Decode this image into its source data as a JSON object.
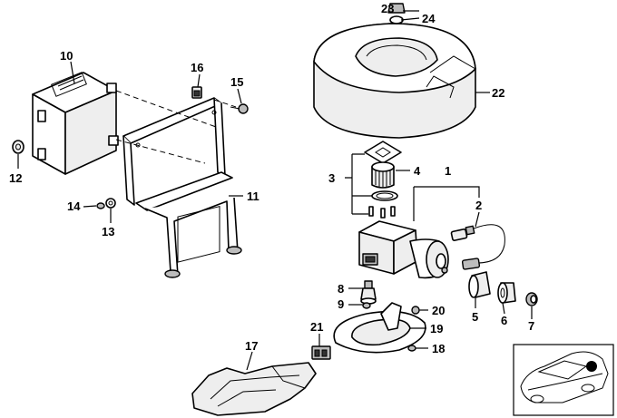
{
  "diagram": {
    "callouts": {
      "c1": "1",
      "c2": "2",
      "c3": "3",
      "c4": "4",
      "c5": "5",
      "c6": "6",
      "c7": "7",
      "c8": "8",
      "c9": "9",
      "c10": "10",
      "c11": "11",
      "c12": "12",
      "c13": "13",
      "c14": "14",
      "c15": "15",
      "c16": "16",
      "c17": "17",
      "c18": "18",
      "c19": "19",
      "c20": "20",
      "c21": "21",
      "c22": "22",
      "c23": "23",
      "c24": "24"
    }
  }
}
